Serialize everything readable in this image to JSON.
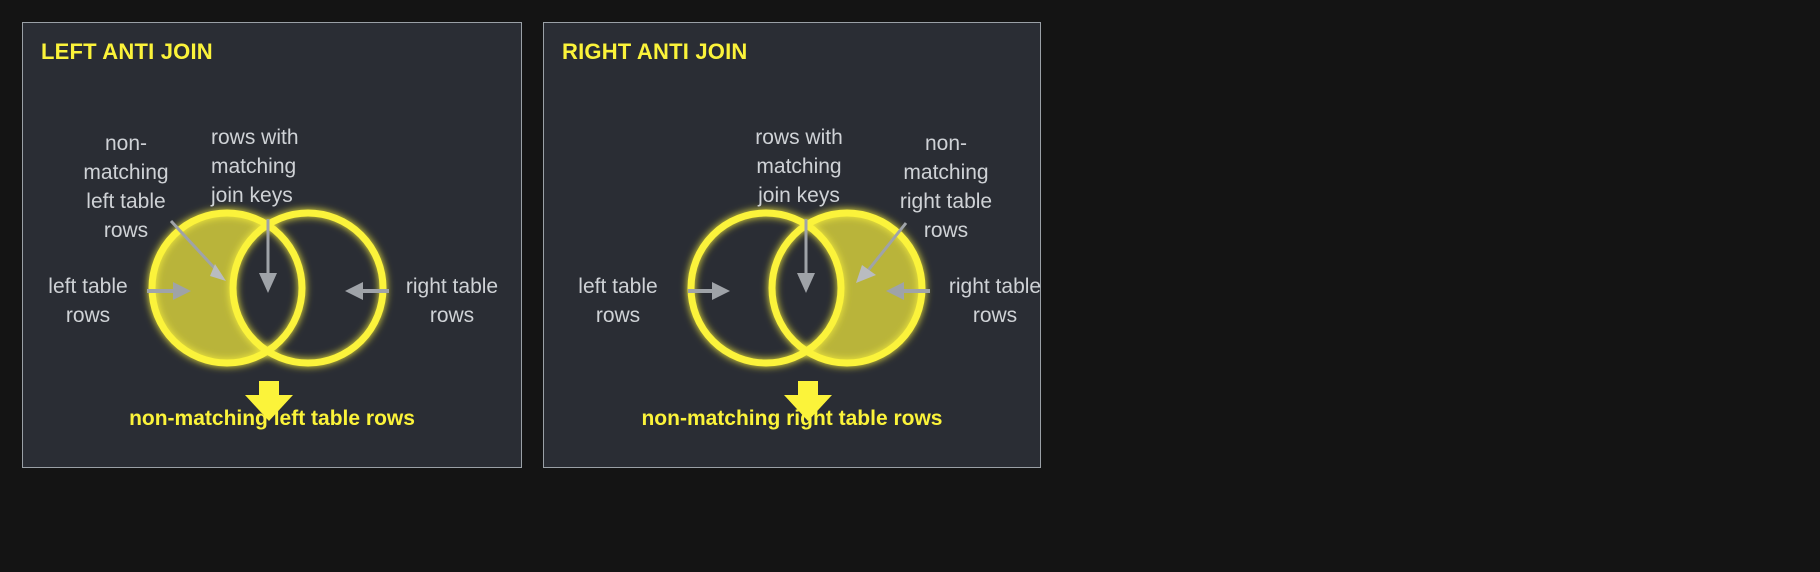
{
  "page": {
    "background_color": "#141414",
    "panel_background_color": "#2a2d34",
    "panel_border_color": "#9aa0a6",
    "accent_yellow": "#fbf33a",
    "fill_olive": "#b9b43a",
    "annotation_gray": "#cfd2d6",
    "arrow_gray": "#9fa3a8"
  },
  "panels": [
    {
      "id": "left-anti-join",
      "title": "LEFT ANTI JOIN",
      "caption": "non-matching left table rows",
      "notes": {
        "top_left": "non-\nmatching\nleft table\nrows",
        "top_center": "rows with\nmatching\njoin keys",
        "side_left": "left table\nrows",
        "side_right": "right table\nrows"
      },
      "venn": {
        "filled_side": "left",
        "left_circle_label": "left table rows",
        "right_circle_label": "right table rows",
        "intersection_label": "rows with matching join keys",
        "result_label": "non-matching left table rows"
      }
    },
    {
      "id": "right-anti-join",
      "title": "RIGHT ANTI JOIN",
      "caption": "non-matching right table rows",
      "notes": {
        "top_left": "rows with\nmatching\njoin keys",
        "top_right": "non-\nmatching\nright table\nrows",
        "side_left": "left table\nrows",
        "side_right": "right table\nrows"
      },
      "venn": {
        "filled_side": "right",
        "left_circle_label": "left table rows",
        "right_circle_label": "right table rows",
        "intersection_label": "rows with matching join keys",
        "result_label": "non-matching right table rows"
      }
    }
  ]
}
